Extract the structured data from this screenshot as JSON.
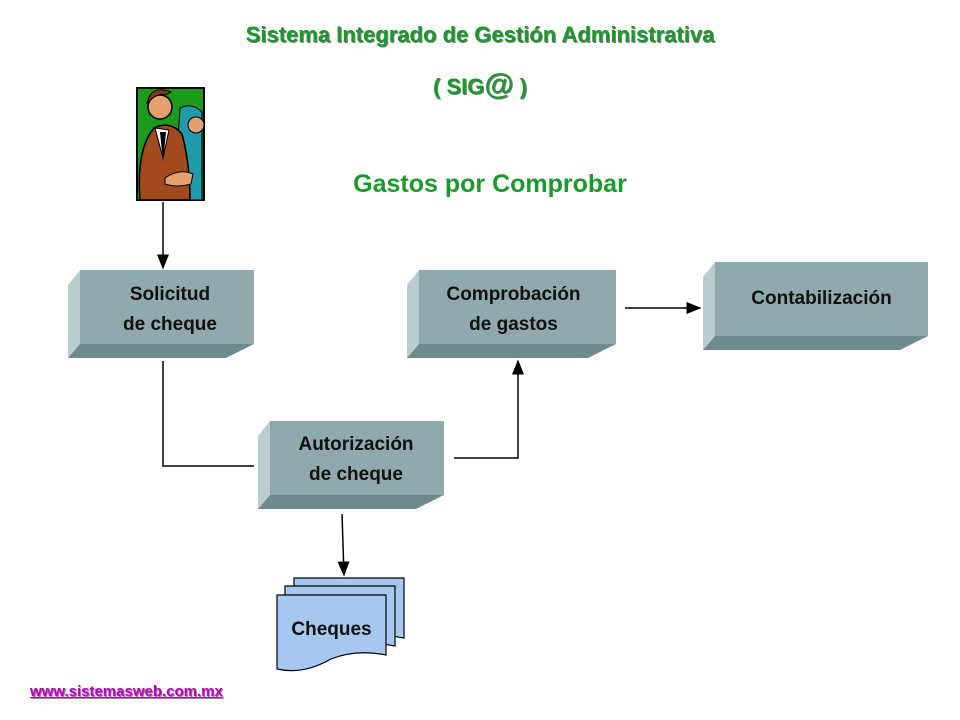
{
  "header": {
    "title": "Sistema Integrado de Gestión Administrativa",
    "acronym_open": "( SIG",
    "acronym_at": "@",
    "acronym_close": " )"
  },
  "diagram_title": "Gastos por Comprobar",
  "boxes": {
    "solicitud": "Solicitud\n de cheque",
    "comprobacion": "Comprobación\nde gastos",
    "contabilizacion": "Contabilización",
    "autorizacion": "Autorización\n de cheque"
  },
  "document_label": "Cheques",
  "footer_link": "www.sistemasweb.com.mx",
  "icons": {
    "people": "business-people-clipart-icon"
  },
  "colors": {
    "title": "#1a9a2a",
    "box_face": "#8fa9ad",
    "box_side": "#b9ccce",
    "document": "#a6c8f0",
    "link": "#c000c0"
  }
}
